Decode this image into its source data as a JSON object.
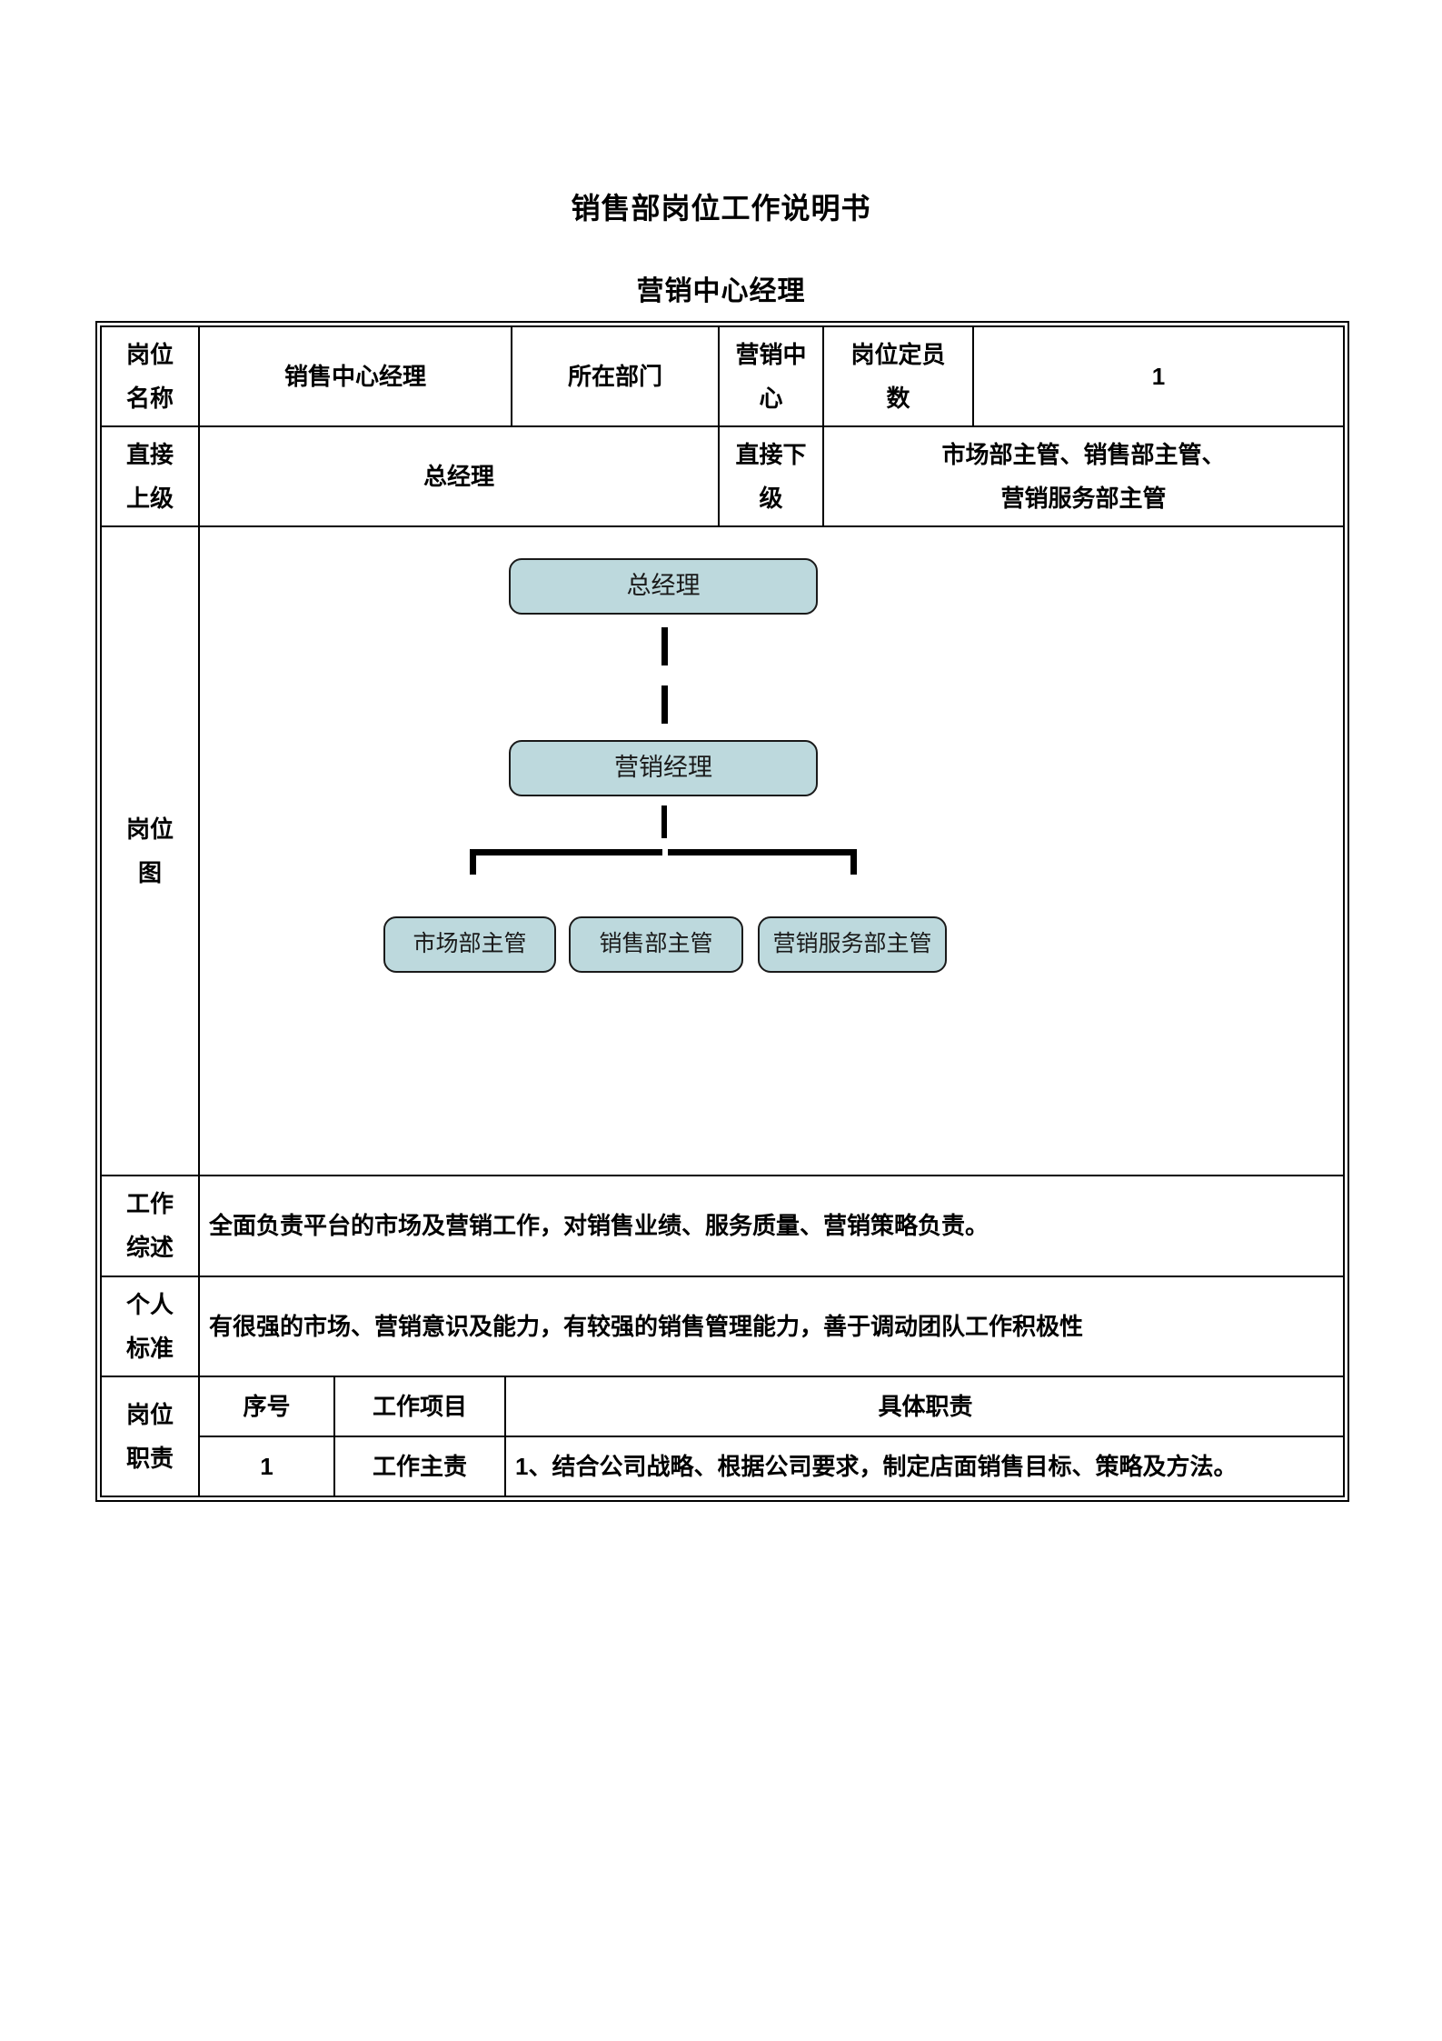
{
  "document": {
    "title": "销售部岗位工作说明书",
    "subtitle": "营销中心经理"
  },
  "table": {
    "row_position": {
      "label": "岗位\n名称",
      "label_line1": "岗位",
      "label_line2": "名称",
      "value": "销售中心经理",
      "dept_label": "所在部门",
      "dept_value_line1": "营销中",
      "dept_value_line2": "心",
      "headcount_label_line1": "岗位定员",
      "headcount_label_line2": "数",
      "headcount_value": "1"
    },
    "row_reporting": {
      "label_line1": "直接",
      "label_line2": "上级",
      "value": "总经理",
      "sub_label_line1": "直接下",
      "sub_label_line2": "级",
      "sub_value_line1": "市场部主管、销售部主管、",
      "sub_value_line2": "营销服务部主管"
    },
    "row_orgchart": {
      "label_line1": "岗位",
      "label_line2": "图"
    },
    "row_summary": {
      "label_line1": "工作",
      "label_line2": "综述",
      "value": "全面负责平台的市场及营销工作，对销售业绩、服务质量、营销策略负责。"
    },
    "row_personal": {
      "label_line1": "个人",
      "label_line2": "标准",
      "value": "有很强的市场、营销意识及能力，有较强的销售管理能力，善于调动团队工作积极性"
    },
    "row_duties": {
      "label_line1": "岗位",
      "label_line2": "职责",
      "headers": {
        "no": "序号",
        "item": "工作项目",
        "detail": "具体职责"
      },
      "rows": [
        {
          "no": "1",
          "item": "工作主责",
          "detail": "1、结合公司战略、根据公司要求，制定店面销售目标、策略及方法。"
        }
      ]
    }
  },
  "orgchart": {
    "node_color": "#bdd9dd",
    "border_color": "#1a1a1a",
    "level1": "总经理",
    "level2": "营销经理",
    "level3": [
      "市场部主管",
      "销售部主管",
      "营销服务部主管"
    ]
  }
}
